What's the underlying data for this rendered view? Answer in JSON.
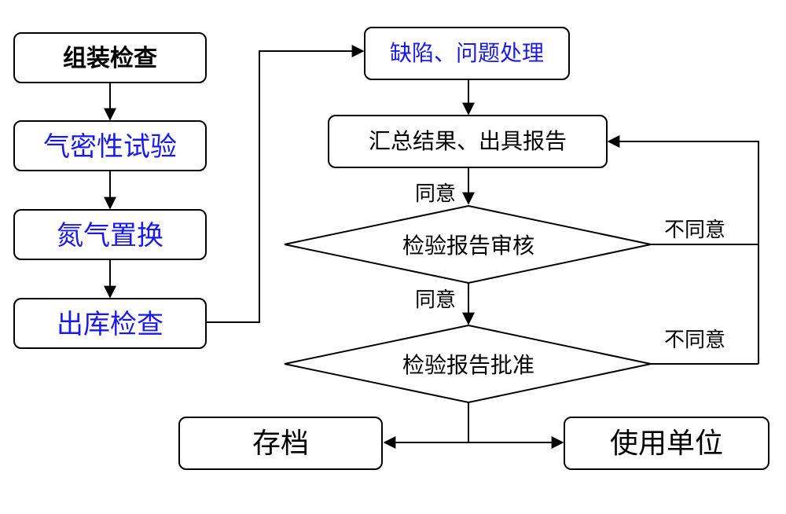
{
  "nodes": {
    "assembly_check": "组装检查",
    "airtight_test": "气密性试验",
    "nitrogen_replace": "氮气置换",
    "outbound_check": "出库检查",
    "defect_handling": "缺陷、问题处理",
    "summary_report": "汇总结果、出具报告",
    "report_review": "检验报告审核",
    "report_approval": "检验报告批准",
    "archive": "存档",
    "user_unit": "使用单位"
  },
  "edge_labels": {
    "agree_1": "同意",
    "agree_2": "同意",
    "disagree_1": "不同意",
    "disagree_2": "不同意"
  },
  "colors": {
    "blue_text": "#1a1ae6",
    "black_text": "#000000",
    "stroke": "#000000"
  }
}
